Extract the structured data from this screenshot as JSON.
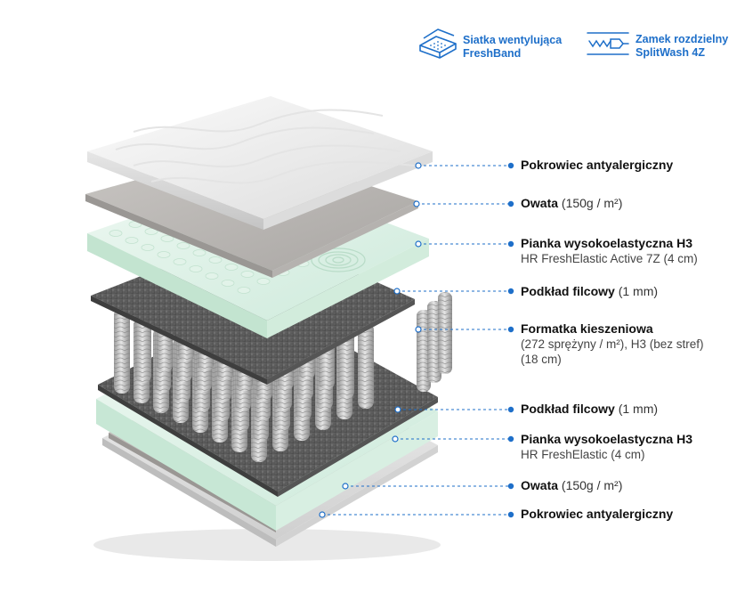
{
  "badges": [
    {
      "icon": "ventilation-mesh-icon",
      "line1": "Siatka wentylująca",
      "line2": "FreshBand"
    },
    {
      "icon": "zipper-icon",
      "line1": "Zamek rozdzielny",
      "line2": "SplitWash 4Z"
    }
  ],
  "accent_color": "#1e6fc9",
  "layers": [
    {
      "name": "Pokrowiec antyalergiczny",
      "detail": "",
      "sub": []
    },
    {
      "name": "Owata",
      "detail": "(150g / m²)",
      "sub": []
    },
    {
      "name": "Pianka wysokoelastyczna H3",
      "detail": "",
      "sub": [
        "HR FreshElastic Active 7Z (4 cm)"
      ]
    },
    {
      "name": "Podkład filcowy",
      "detail": "(1 mm)",
      "sub": []
    },
    {
      "name": "Formatka kieszeniowa",
      "detail": "",
      "sub": [
        "(272 sprężyny / m²), H3 (bez stref)",
        "(18 cm)"
      ]
    },
    {
      "name": "Podkład filcowy",
      "detail": "(1 mm)",
      "sub": []
    },
    {
      "name": "Pianka wysokoelastyczna H3",
      "detail": "",
      "sub": [
        "HR FreshElastic (4 cm)"
      ]
    },
    {
      "name": "Owata",
      "detail": "(150g / m²)",
      "sub": []
    },
    {
      "name": "Pokrowiec antyalergiczny",
      "detail": "",
      "sub": []
    }
  ]
}
